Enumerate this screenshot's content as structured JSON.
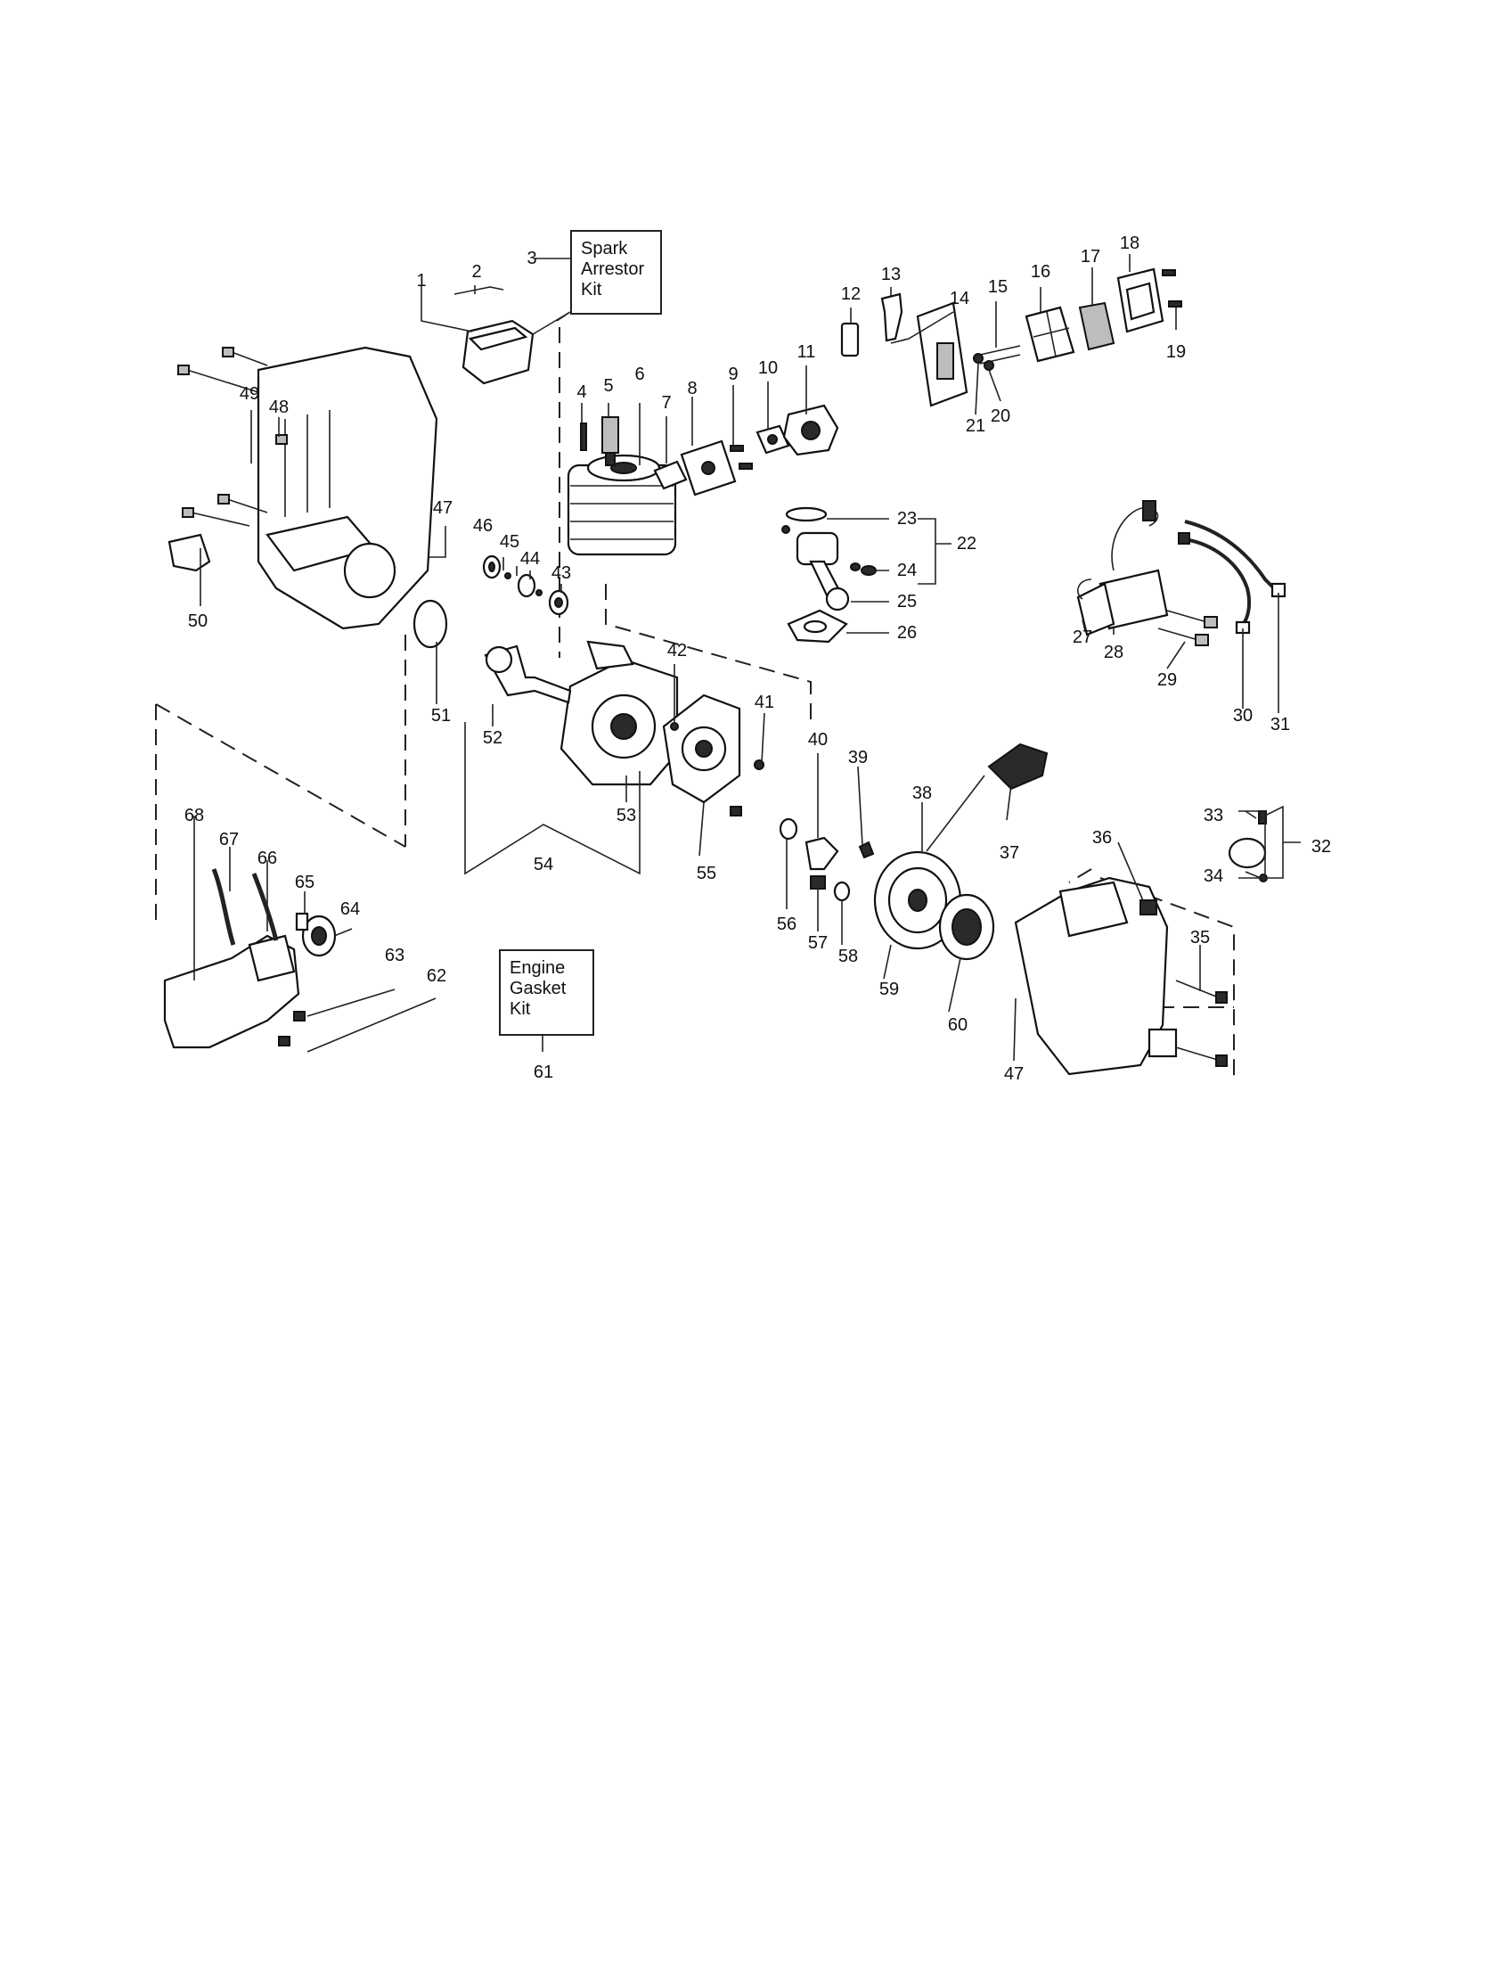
{
  "kits": {
    "spark_arrestor": {
      "lines": [
        "Spark",
        "Arrestor",
        "Kit"
      ]
    },
    "engine_gasket": {
      "lines": [
        "Engine",
        "Gasket",
        "Kit"
      ]
    }
  },
  "callouts": {
    "n1": "1",
    "n2": "2",
    "n3": "3",
    "n4": "4",
    "n5": "5",
    "n6": "6",
    "n7": "7",
    "n8": "8",
    "n9": "9",
    "n10": "10",
    "n11": "11",
    "n12": "12",
    "n13": "13",
    "n14": "14",
    "n15": "15",
    "n16": "16",
    "n17": "17",
    "n18": "18",
    "n19": "19",
    "n20": "20",
    "n21": "21",
    "n22": "22",
    "n23": "23",
    "n24": "24",
    "n25": "25",
    "n26": "26",
    "n27": "27",
    "n28": "28",
    "n29": "29",
    "n30": "30",
    "n31": "31",
    "n32": "32",
    "n33": "33",
    "n34": "34",
    "n35": "35",
    "n36": "36",
    "n37": "37",
    "n38": "38",
    "n39": "39",
    "n40": "40",
    "n41": "41",
    "n42": "42",
    "n43": "43",
    "n44": "44",
    "n45": "45",
    "n46": "46",
    "n47a": "47",
    "n47b": "47",
    "n48": "48",
    "n49": "49",
    "n50": "50",
    "n51": "51",
    "n52": "52",
    "n53": "53",
    "n54": "54",
    "n55": "55",
    "n56": "56",
    "n57": "57",
    "n58": "58",
    "n59": "59",
    "n60": "60",
    "n61": "61",
    "n62": "62",
    "n63": "63",
    "n64": "64",
    "n65": "65",
    "n66": "66",
    "n67": "67",
    "n68": "68"
  }
}
